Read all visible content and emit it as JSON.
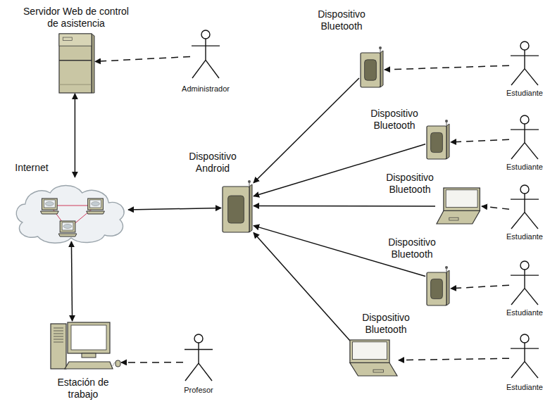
{
  "diagram": {
    "nodes": [
      {
        "text": [
          "Servidor Web de control de asistencia"
        ]
      },
      {
        "text": [
          "Administrador"
        ]
      },
      {
        "text": [
          "Dispositivo Bluetooth"
        ]
      },
      {
        "text": [
          "Estudiante"
        ]
      },
      {
        "text": [
          "Dispositivo Bluetooth"
        ]
      },
      {
        "text": [
          "Estudiante"
        ]
      },
      {
        "text": [
          "Internet"
        ]
      },
      {
        "text": [
          "Dispositivo Android"
        ]
      },
      {
        "text": [
          "Dispositivo Bluetooth"
        ]
      },
      {
        "text": [
          "Estudiante"
        ]
      },
      {
        "text": [
          "Dispositivo Bluetooth"
        ]
      },
      {
        "text": [
          "Estudiante"
        ]
      },
      {
        "text": [
          "Dispositivo Bluetooth"
        ]
      },
      {
        "text": [
          "Estación de trabajo"
        ]
      },
      {
        "text": [
          "Profesor"
        ]
      },
      {
        "text": [
          "Estudiante"
        ]
      }
    ],
    "edges": [
      {
        "from": 1,
        "to": 0,
        "arrow": "to"
      },
      {
        "from": 0,
        "to": 6,
        "arrow": "both"
      },
      {
        "from": 6,
        "to": 7,
        "arrow": "both"
      },
      {
        "from": 6,
        "to": 13,
        "arrow": "both"
      },
      {
        "from": 14,
        "to": 13,
        "arrow": "to"
      },
      {
        "from": 2,
        "to": 7,
        "arrow": "to"
      },
      {
        "from": 4,
        "to": 7,
        "arrow": "to"
      },
      {
        "from": 8,
        "to": 7,
        "arrow": "to"
      },
      {
        "from": 10,
        "to": 7,
        "arrow": "to"
      },
      {
        "from": 12,
        "to": 7,
        "arrow": "to"
      },
      {
        "from": 3,
        "to": 2,
        "arrow": "to"
      },
      {
        "from": 5,
        "to": 4,
        "arrow": "to"
      },
      {
        "from": 9,
        "to": 8,
        "arrow": "to"
      },
      {
        "from": 11,
        "to": 10,
        "arrow": "to"
      },
      {
        "from": 15,
        "to": 12,
        "arrow": "to"
      }
    ]
  }
}
